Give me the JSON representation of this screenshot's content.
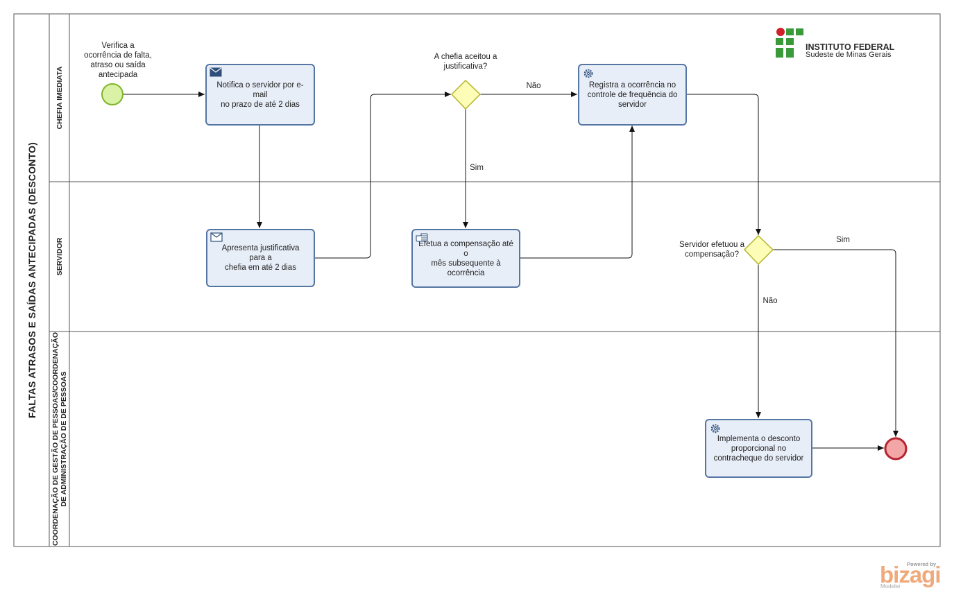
{
  "pool": {
    "title": "FALTAS ATRASOS E SAÍDAS ANTECIPADAS (DESCONTO)"
  },
  "lanes": {
    "chefia": "CHEFIA IMEDIATA",
    "servidor": "SERVIDOR",
    "coordenacao_line1": "COORDENAÇÃO DE GESTÃO DE PESSOAS/COORDENAÇÃO",
    "coordenacao_line2": "DE ADMINISTRAÇÃO DE DE PESSOAS"
  },
  "start_event": {
    "label_lines": [
      "Verifica a",
      "ocorrência de falta,",
      "atraso ou saída",
      "antecipada"
    ]
  },
  "tasks": {
    "notifica": {
      "lines": [
        "Notifica o servidor por e-mail",
        "no prazo de até 2 dias"
      ],
      "icon": "envelope-icon"
    },
    "apresenta": {
      "lines": [
        "Apresenta justificativa para a",
        "chefia em até 2 dias"
      ],
      "icon": "envelope-outline-icon"
    },
    "efetua": {
      "lines": [
        "Efetua a compensação até o",
        "mês subsequente à",
        "ocorrência"
      ],
      "icon": "manual-hand-icon"
    },
    "registra": {
      "lines": [
        "Registra a ocorrência no",
        "controle de frequência do",
        "servidor"
      ],
      "icon": "gear-icon"
    },
    "implementa": {
      "lines": [
        "Implementa o desconto",
        "proporcional no",
        "contracheque do servidor"
      ],
      "icon": "gear-icon"
    }
  },
  "gateways": {
    "chefia_aceitou": {
      "label_lines": [
        "A chefia aceitou a",
        "justificativa?"
      ]
    },
    "servidor_efetuou": {
      "label_lines": [
        "Servidor efetuou a",
        "compensação?"
      ]
    }
  },
  "flow_labels": {
    "nao_1": "Não",
    "sim_1": "Sim",
    "sim_2": "Sim",
    "nao_2": "Não"
  },
  "logo": {
    "line1": "INSTITUTO FEDERAL",
    "line2": "Sudeste de Minas Gerais"
  },
  "branding": {
    "powered_by": "Powered by",
    "name": "bizagi",
    "product": "Modeler"
  },
  "colors": {
    "task_fill": "#e8eef8",
    "task_border": "#5576a3",
    "start_fill": "#d9f2a6",
    "start_border": "#7fb42a",
    "end_fill": "#f2a6a6",
    "end_border": "#b5232f",
    "gateway_fill": "#fdfdb7",
    "gateway_border": "#b5b52a",
    "logo_green": "#3a9a3a",
    "logo_red": "#d0202a"
  }
}
